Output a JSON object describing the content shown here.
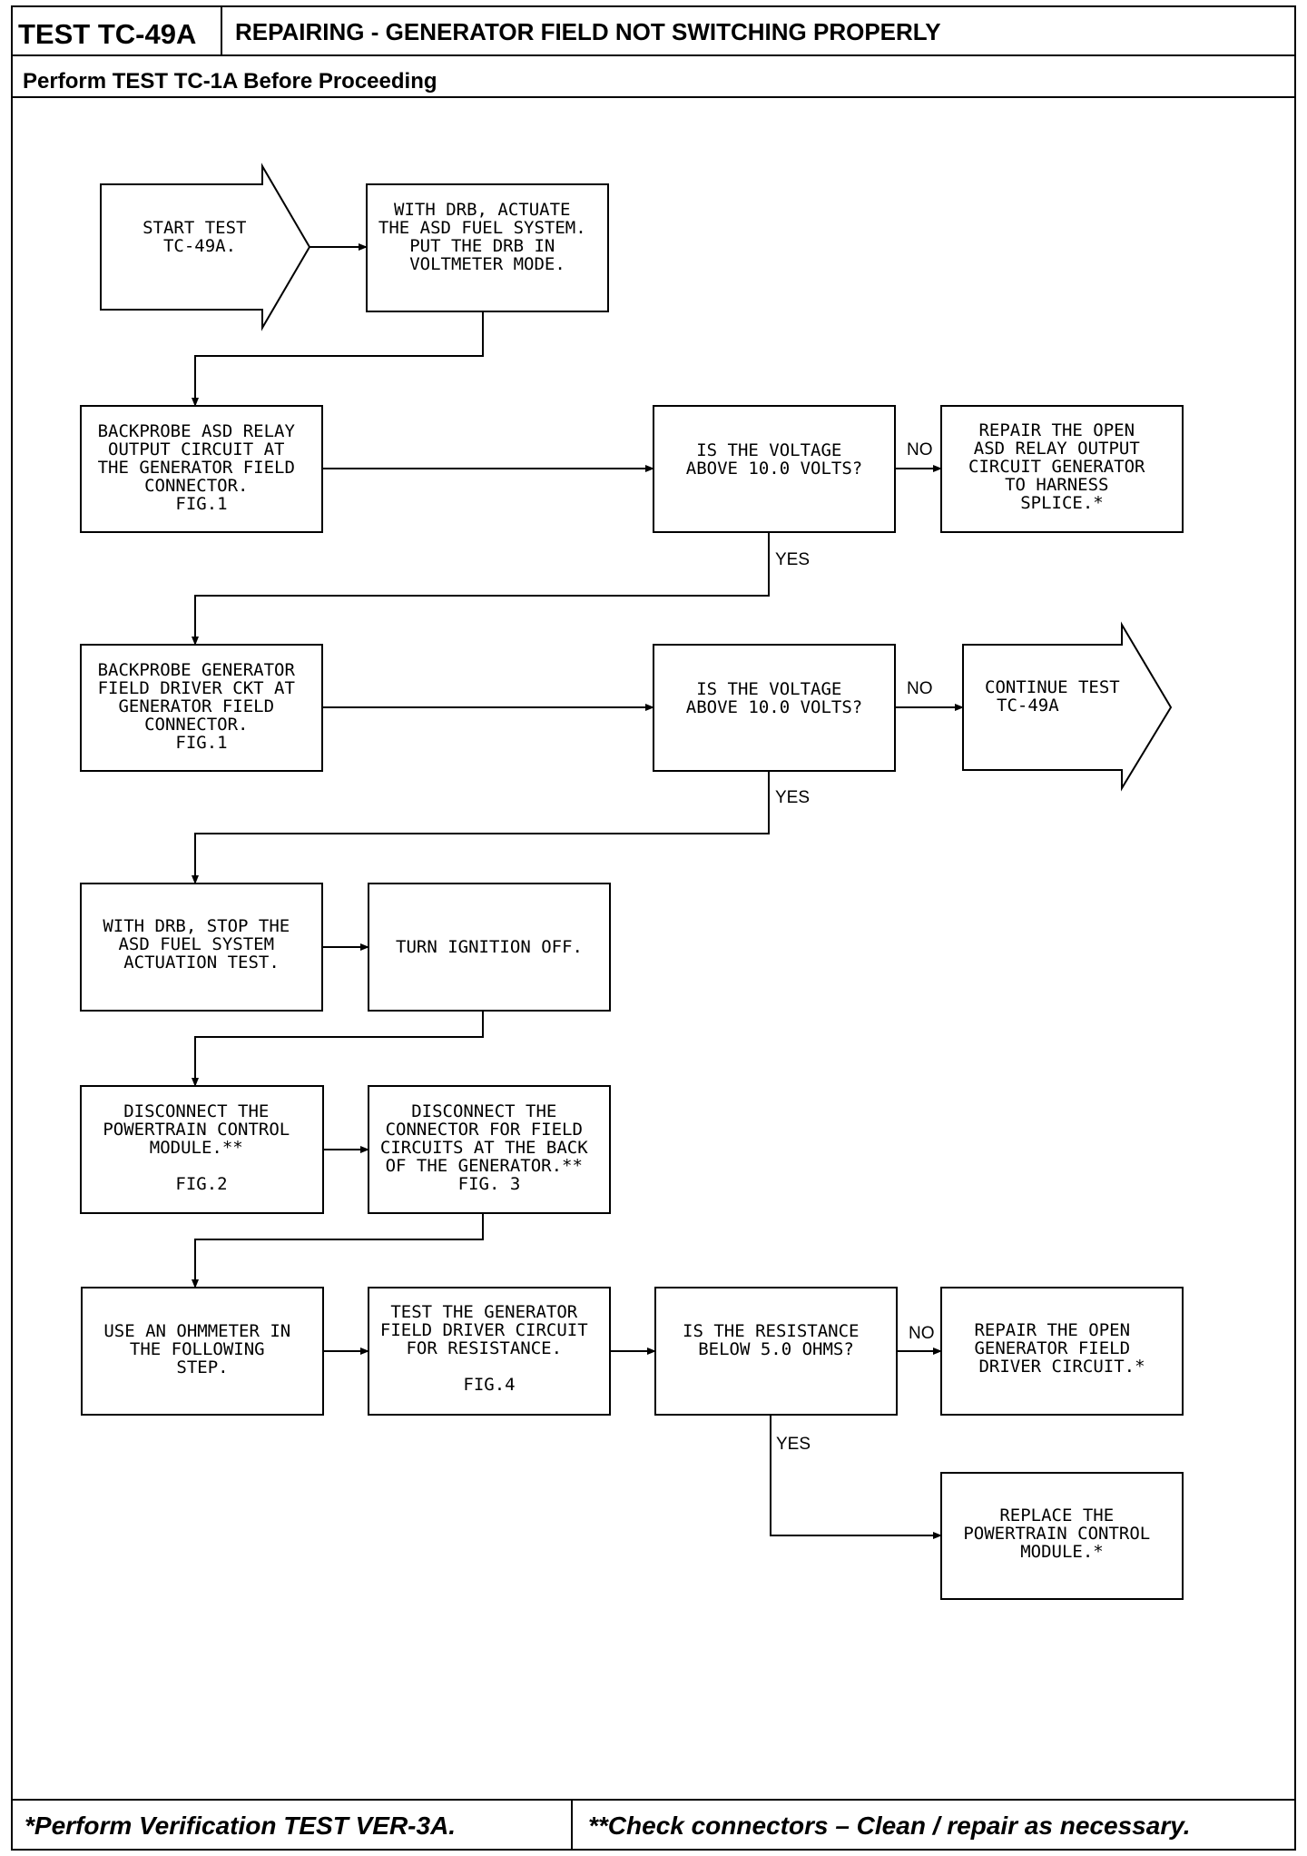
{
  "header": {
    "test_id": "TEST TC-49A",
    "title": "REPAIRING - GENERATOR FIELD NOT SWITCHING PROPERLY",
    "prerequisite": "Perform TEST TC-1A Before Proceeding"
  },
  "flowchart": {
    "start": [
      "START TEST",
      "TC-49A."
    ],
    "step_actuate": [
      "WITH DRB, ACTUATE",
      "THE ASD FUEL SYSTEM.",
      "PUT THE DRB IN",
      "VOLTMETER MODE."
    ],
    "step_backprobe_relay": [
      "BACKPROBE ASD RELAY",
      "OUTPUT CIRCUIT AT",
      "THE GENERATOR FIELD",
      "CONNECTOR.",
      "FIG.1"
    ],
    "decision_voltage_1": [
      "IS THE VOLTAGE",
      "ABOVE 10.0 VOLTS?"
    ],
    "result_repair_relay_output": [
      "REPAIR THE OPEN",
      "ASD RELAY OUTPUT",
      "CIRCUIT GENERATOR",
      "TO HARNESS",
      "SPLICE.*"
    ],
    "step_backprobe_driver": [
      "BACKPROBE GENERATOR",
      "FIELD DRIVER CKT AT",
      "GENERATOR FIELD",
      "CONNECTOR.",
      "FIG.1"
    ],
    "decision_voltage_2": [
      "IS THE VOLTAGE",
      "ABOVE 10.0 VOLTS?"
    ],
    "result_continue": [
      "CONTINUE TEST",
      "TC-49A"
    ],
    "step_stop_actuation": [
      "WITH DRB, STOP THE",
      "ASD FUEL SYSTEM",
      "ACTUATION TEST."
    ],
    "step_ignition_off": [
      "TURN IGNITION OFF."
    ],
    "step_disconnect_pcm": [
      "DISCONNECT THE",
      "POWERTRAIN CONTROL",
      "MODULE.**",
      "",
      "FIG.2"
    ],
    "step_disconnect_field": [
      "DISCONNECT THE",
      "CONNECTOR FOR FIELD",
      "CIRCUITS AT THE BACK",
      "OF THE GENERATOR.**",
      "FIG. 3"
    ],
    "step_use_ohmmeter": [
      "USE AN OHMMETER IN",
      "THE FOLLOWING",
      "STEP."
    ],
    "step_test_driver": [
      "TEST THE GENERATOR",
      "FIELD DRIVER CIRCUIT",
      "FOR RESISTANCE.",
      "",
      "FIG.4"
    ],
    "decision_resistance": [
      "IS THE RESISTANCE",
      "BELOW 5.0 OHMS?"
    ],
    "result_repair_driver": [
      "REPAIR THE OPEN",
      "GENERATOR FIELD",
      "DRIVER CIRCUIT.*"
    ],
    "result_replace_pcm": [
      "REPLACE THE",
      "POWERTRAIN CONTROL",
      "MODULE.*"
    ],
    "labels": {
      "no": "NO",
      "yes": "YES"
    }
  },
  "footer": {
    "left": "*Perform Verification TEST VER-3A.",
    "right": "**Check connectors – Clean / repair as necessary."
  }
}
